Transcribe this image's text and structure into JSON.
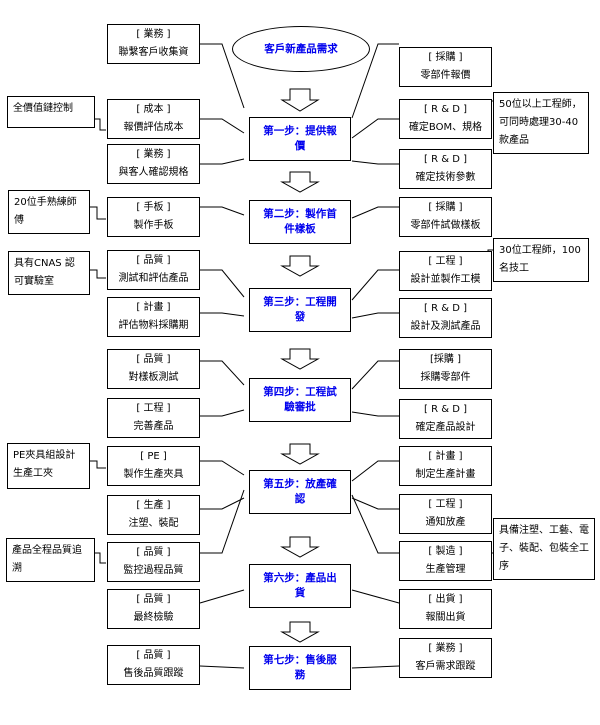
{
  "start": "客戶新產品需求",
  "steps": [
    "第一步：提供報價",
    "第二步：製作首件樣板",
    "第三步：工程開發",
    "第四步：工程試驗審批",
    "第五步：放產確認",
    "第六步：產品出貨",
    "第七步：售後服務"
  ],
  "left_boxes": [
    {
      "dept": "[ 業務 ]",
      "task": "聯繫客戶收集資"
    },
    {
      "dept": "[ 成本 ]",
      "task": "報價評估成本"
    },
    {
      "dept": "[ 業務 ]",
      "task": "與客人確認規格"
    },
    {
      "dept": "[ 手板 ]",
      "task": "製作手板"
    },
    {
      "dept": "[ 品質 ]",
      "task": "測試和評估產品"
    },
    {
      "dept": "[ 計畫 ]",
      "task": "評估物料採購期"
    },
    {
      "dept": "[ 品質 ]",
      "task": "對樣板測試"
    },
    {
      "dept": "[ 工程 ]",
      "task": "完善產品"
    },
    {
      "dept": "[ PE ]",
      "task": "製作生產夾具"
    },
    {
      "dept": "[ 生產 ]",
      "task": "注塑、裝配"
    },
    {
      "dept": "[ 品質 ]",
      "task": "監控過程品質"
    },
    {
      "dept": "[ 品質 ]",
      "task": "最終檢驗"
    },
    {
      "dept": "[ 品質 ]",
      "task": "售後品質跟蹤"
    }
  ],
  "right_boxes": [
    {
      "dept": "[ 採購 ]",
      "task": "零部件報價"
    },
    {
      "dept": "[ R & D ]",
      "task": "確定BOM、規格"
    },
    {
      "dept": "[ R & D ]",
      "task": "確定技術參數"
    },
    {
      "dept": "[ 採購 ]",
      "task": "零部件試做樣板"
    },
    {
      "dept": "[ 工程 ]",
      "task": "設計並製作工模"
    },
    {
      "dept": "[ R & D ]",
      "task": "設計及測試產品"
    },
    {
      "dept": "[採購 ]",
      "task": "採購零部件"
    },
    {
      "dept": "[ R & D ]",
      "task": "確定產品設計"
    },
    {
      "dept": "[ 計畫 ]",
      "task": "制定生產計畫"
    },
    {
      "dept": "[ 工程 ]",
      "task": "通知放產"
    },
    {
      "dept": "[ 製造 ]",
      "task": "生產管理"
    },
    {
      "dept": "[ 出貨 ]",
      "task": "報關出貨"
    },
    {
      "dept": "[ 業務 ]",
      "task": "客戶需求跟蹤"
    }
  ],
  "notes_left": [
    "全價值鏈控制",
    "20位手熟練師傅",
    "具有CNAS 認可實驗室",
    "PE夾具組設計生產工夾",
    "產品全程品質追溯"
  ],
  "notes_right": [
    "50位以上工程師，可同時處理30-40款產品",
    "30位工程師，100名技工",
    "具備注塑、工藝、電子、裝配、包裝全工序"
  ]
}
